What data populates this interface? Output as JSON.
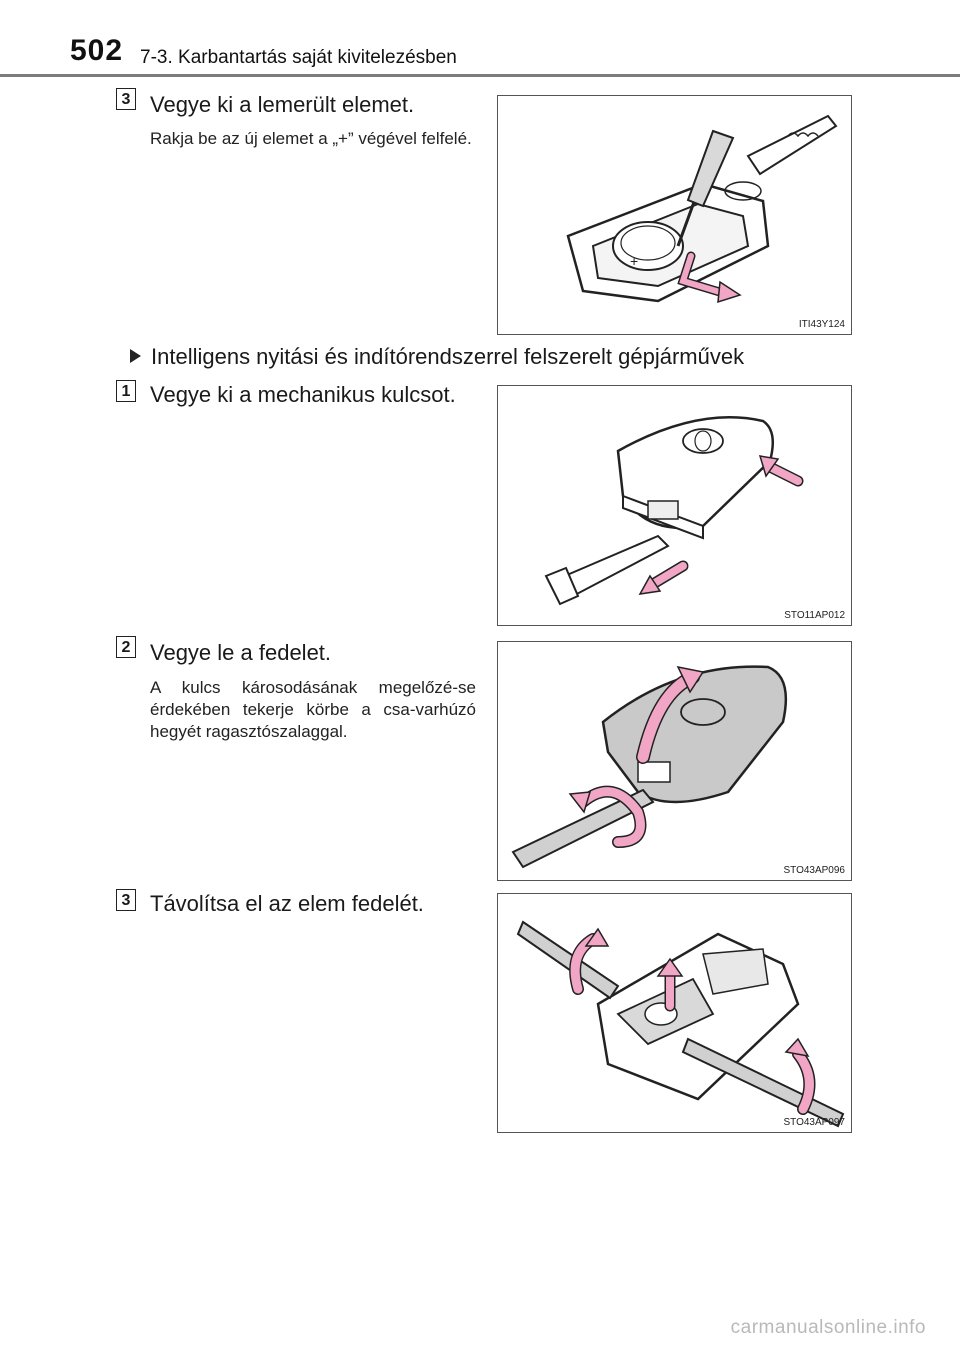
{
  "header": {
    "page_number": "502",
    "section_title": "7-3. Karbantartás saját kivitelezésben"
  },
  "steps": [
    {
      "number": "3",
      "title": "Vegye ki a lemerült elemet.",
      "note": "Rakja be az új elemet a „+” végével felfelé.",
      "figure_code": "ITI43Y124"
    },
    {
      "number": "1",
      "title": "Vegye ki a mechanikus kulcsot.",
      "note": "",
      "figure_code": "STO11AP012"
    },
    {
      "number": "2",
      "title": "Vegye le a fedelet.",
      "note": "A kulcs károsodásának megelőzé-se érdekében tekerje körbe a csa-varhúzó hegyét ragasztószalaggal.",
      "figure_code": "STO43AP096"
    },
    {
      "number": "3",
      "title": "Távolítsa el az elem fedelét.",
      "note": "",
      "figure_code": "STO43AP097"
    }
  ],
  "subsection": {
    "icon": "triangle-bullet-icon",
    "text": "Intelligens nyitási és indítórendszerrel felszerelt gépjárművek"
  },
  "footer": {
    "watermark": "carmanualsonline.info"
  },
  "colors": {
    "arrow_pink": "#f2a6c6",
    "header_rule": "#7c7c7c",
    "key_gray": "#c9c9c9"
  }
}
